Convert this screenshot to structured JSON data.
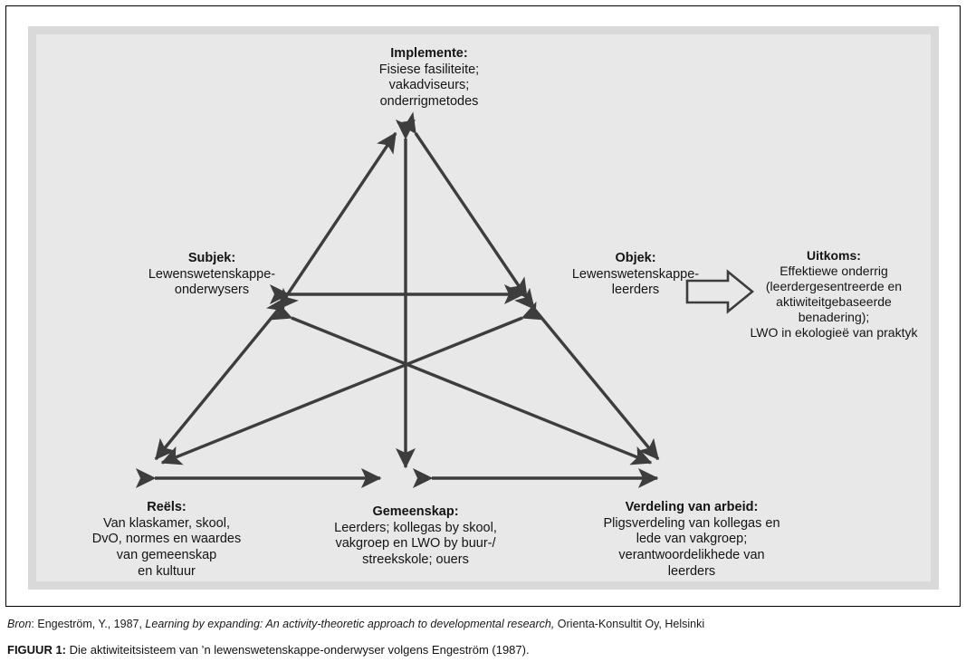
{
  "figure": {
    "nodes": {
      "implemente": {
        "title": "Implemente:",
        "lines": [
          "Fisiese fasiliteite;",
          "vakadviseurs;",
          "onderrigmetodes"
        ]
      },
      "subjek": {
        "title": "Subjek:",
        "lines": [
          "Lewenswetenskappe-",
          "onderwysers"
        ]
      },
      "objek": {
        "title": "Objek:",
        "lines": [
          "Lewenswetenskappe-",
          "leerders"
        ]
      },
      "reels": {
        "title": "Reëls:",
        "lines": [
          "Van klaskamer, skool,",
          "DvO, normes en waardes",
          "van gemeenskap",
          "en kultuur"
        ]
      },
      "gemeenskap": {
        "title": "Gemeenskap:",
        "lines": [
          "Leerders; kollegas by skool,",
          "vakgroep en LWO by buur-/",
          "streekskole; ouers"
        ]
      },
      "verdeling": {
        "title": "Verdeling van arbeid:",
        "lines": [
          "Pligsverdeling van kollegas en",
          "lede van vakgroep;",
          "verantwoordelikhede van",
          "leerders"
        ]
      },
      "uitkoms": {
        "title": "Uitkoms:",
        "lines": [
          "Effektiewe onderrig",
          "(leerdergesentreerde en",
          "aktiwiteitgebaseerde",
          "benadering);",
          "LWO in ekologieë van praktyk"
        ]
      }
    },
    "outcome_arrow_icon": "block-arrow-right-icon",
    "source": {
      "label": "Bron",
      "author": ": Engeström, Y., 1987, ",
      "work_italic": "Learning by expanding: An activity-theoretic approach to developmental research,",
      "publisher": " Orienta-Konsultit Oy, Helsinki"
    },
    "caption": {
      "number": "FIGUUR 1:",
      "text": " Die aktiwiteitsisteem van ’n lewenswetenskappe-onderwyser volgens Engeström (1987)."
    },
    "colors": {
      "panel_outer": "#d9d9d9",
      "panel_inner": "#e8e8e8",
      "arrow": "#3d3d3d",
      "frame": "#000000",
      "text": "#141414"
    }
  }
}
